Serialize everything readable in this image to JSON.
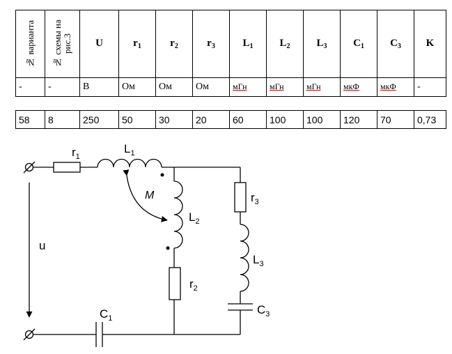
{
  "table": {
    "headers": [
      {
        "text": "№ варианта",
        "vertical": true
      },
      {
        "text": "№ схемы на рис.3",
        "vertical": true
      },
      {
        "main": "U",
        "sub": ""
      },
      {
        "main": "r",
        "sub": "1"
      },
      {
        "main": "r",
        "sub": "2"
      },
      {
        "main": "r",
        "sub": "3"
      },
      {
        "main": "L",
        "sub": "1"
      },
      {
        "main": "L",
        "sub": "2"
      },
      {
        "main": "L",
        "sub": "3"
      },
      {
        "main": "C",
        "sub": "1"
      },
      {
        "main": "C",
        "sub": "3"
      },
      {
        "main": "K",
        "sub": ""
      }
    ],
    "units": [
      "-",
      "-",
      "В",
      "Ом",
      "Ом",
      "Ом",
      "мГн",
      "мГн",
      "мГн",
      "мкФ",
      "мкФ",
      "-"
    ],
    "values": [
      "58",
      "8",
      "250",
      "50",
      "30",
      "20",
      "60",
      "100",
      "100",
      "120",
      "70",
      "0,73"
    ]
  },
  "circuit": {
    "labels": {
      "r1": {
        "main": "r",
        "sub": "1"
      },
      "L1": {
        "main": "L",
        "sub": "1"
      },
      "M": "M",
      "L2": {
        "main": "L",
        "sub": "2"
      },
      "r3": {
        "main": "r",
        "sub": "3"
      },
      "L3": {
        "main": "L",
        "sub": "3"
      },
      "u": "u",
      "r2": {
        "main": "r",
        "sub": "2"
      },
      "C1": {
        "main": "C",
        "sub": "1"
      },
      "C3": {
        "main": "C",
        "sub": "3"
      }
    }
  }
}
